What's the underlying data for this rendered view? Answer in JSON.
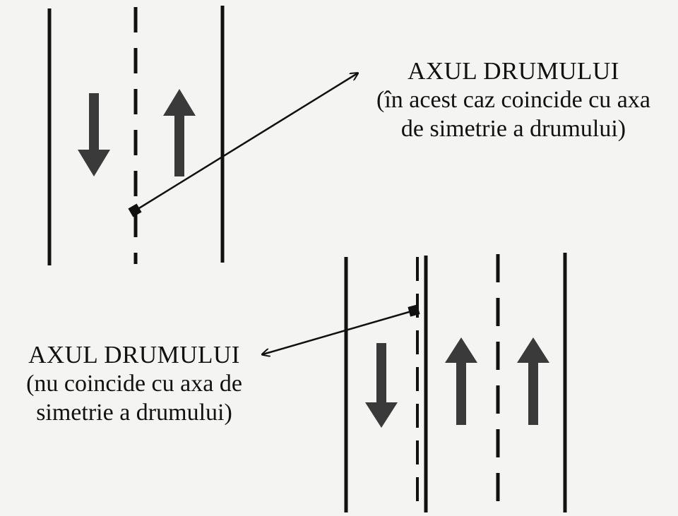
{
  "diagram": {
    "colors": {
      "background": "#f4f4f2",
      "line": "#111111",
      "arrow": "#3a3a3a"
    },
    "top_annotation": {
      "title": "AXUL DRUMULUI",
      "line1": "(în acest caz coincide cu axa",
      "line2": "de simetrie a drumului)"
    },
    "bottom_annotation": {
      "title": "AXUL DRUMULUI",
      "line1": "(nu coincide cu axa de",
      "line2": "simetrie a drumului)"
    },
    "top_road": {
      "lanes_down": 1,
      "lanes_up": 1
    },
    "bottom_road": {
      "lanes_down": 1,
      "lanes_up": 2
    }
  }
}
